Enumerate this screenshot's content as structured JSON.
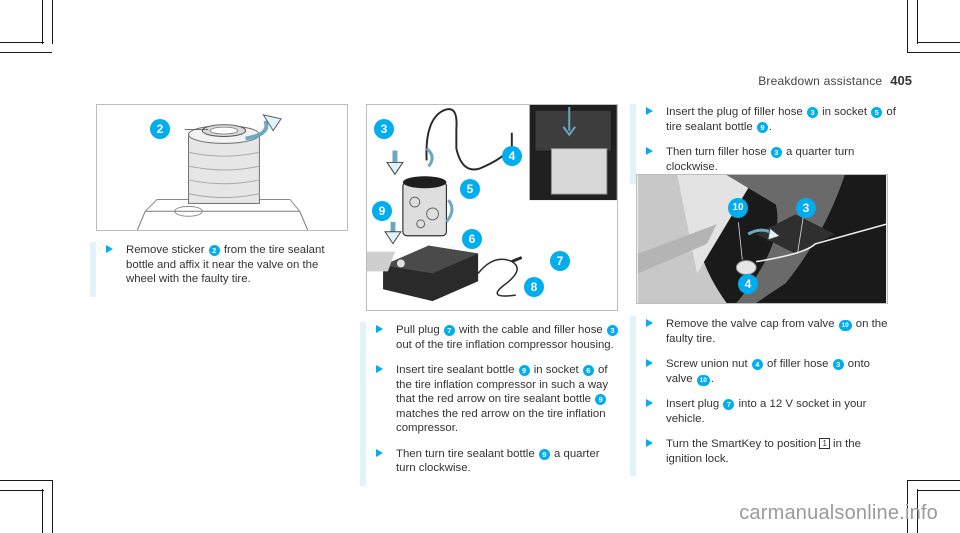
{
  "header": {
    "section_title": "Breakdown assistance",
    "page_number": "405"
  },
  "figure_left": {
    "callouts": [
      "2"
    ]
  },
  "figure_middle": {
    "callouts": [
      "3",
      "4",
      "5",
      "9",
      "6",
      "7",
      "8"
    ]
  },
  "figure_right": {
    "callouts": [
      "10",
      "3",
      "4"
    ]
  },
  "steps_left": [
    {
      "parts": [
        {
          "t": "Remove sticker "
        },
        {
          "b": "2"
        },
        {
          "t": " from the tire sealant bottle and affix it near the valve on the wheel with the faulty tire."
        }
      ]
    }
  ],
  "steps_middle": [
    {
      "parts": [
        {
          "t": "Pull plug "
        },
        {
          "b": "7"
        },
        {
          "t": " with the cable and filler hose "
        },
        {
          "b": "3"
        },
        {
          "t": " out of the tire inflation compressor housing."
        }
      ]
    },
    {
      "parts": [
        {
          "t": "Insert tire sealant bottle "
        },
        {
          "b": "9"
        },
        {
          "t": " in socket "
        },
        {
          "b": "6"
        },
        {
          "t": " of the tire inflation compressor in such a way that the red arrow on tire sealant bottle "
        },
        {
          "b": "9"
        },
        {
          "t": " matches the red arrow on the tire inflation compressor."
        }
      ]
    },
    {
      "parts": [
        {
          "t": "Then turn tire sealant bottle "
        },
        {
          "b": "9"
        },
        {
          "t": " a quarter turn clockwise."
        }
      ]
    }
  ],
  "steps_right_top": [
    {
      "parts": [
        {
          "t": "Insert the plug of filler hose "
        },
        {
          "b": "3"
        },
        {
          "t": " in socket "
        },
        {
          "b": "5"
        },
        {
          "t": " of tire sealant bottle "
        },
        {
          "b": "9"
        },
        {
          "t": "."
        }
      ]
    },
    {
      "parts": [
        {
          "t": "Then turn filler hose "
        },
        {
          "b": "3"
        },
        {
          "t": " a quarter turn clockwise."
        }
      ]
    }
  ],
  "steps_right_bottom": [
    {
      "parts": [
        {
          "t": "Remove the valve cap from valve "
        },
        {
          "b": "10"
        },
        {
          "t": " on the faulty tire."
        }
      ]
    },
    {
      "parts": [
        {
          "t": "Screw union nut "
        },
        {
          "b": "4"
        },
        {
          "t": " of filler hose "
        },
        {
          "b": "3"
        },
        {
          "t": " onto valve "
        },
        {
          "b": "10"
        },
        {
          "t": "."
        }
      ]
    },
    {
      "parts": [
        {
          "t": "Insert plug "
        },
        {
          "b": "7"
        },
        {
          "t": " into a 12 V socket in your vehicle."
        }
      ]
    },
    {
      "parts": [
        {
          "t": "Turn the SmartKey to position "
        },
        {
          "k": "1"
        },
        {
          "t": " in the ignition lock."
        }
      ]
    }
  ],
  "watermark": "carmanualsonline.info",
  "colors": {
    "accent": "#00adef",
    "step_bar": "#dff3f8",
    "text": "#333333",
    "frame": "#bdbdbd"
  }
}
